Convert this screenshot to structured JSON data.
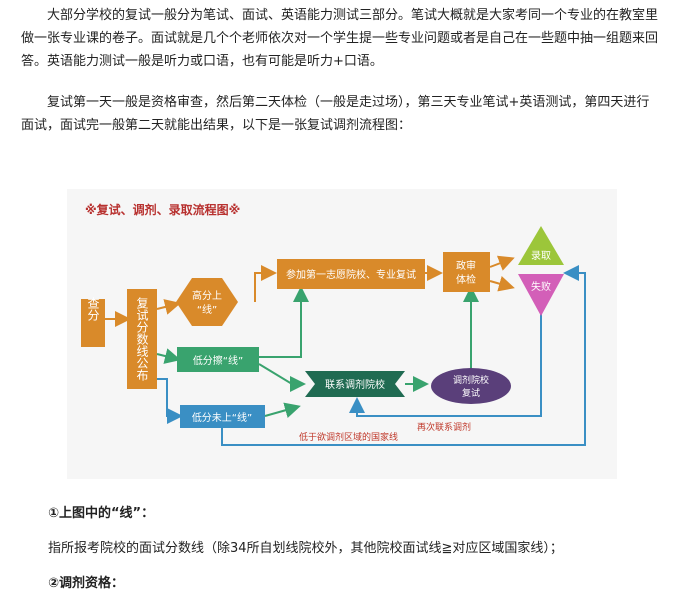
{
  "paragraphs": {
    "p1": "大部分学校的复试一般分为笔试、面试、英语能力测试三部分。笔试大概就是大家考同一个专业的在教室里做一张专业课的卷子。面试就是几个个老师依次对一个学生提一些专业问题或者是自己在一些题中抽一组题来回答。英语能力测试一般是听力或口语，也有可能是听力+口语。",
    "p2": "复试第一天一般是资格审查，然后第二天体检（一般是走过场），第三天专业笔试+英语测试，第四天进行面试，面试完一般第二天就能出结果，以下是一张复试调剂流程图："
  },
  "flowchart": {
    "title": "※复试、调剂、录取流程图※",
    "nodes": {
      "check_score": "查分",
      "retest_line": "复试分数线公布",
      "high_score": [
        "高分上",
        "“线”"
      ],
      "low_pass": "低分擦“线”",
      "low_fail": "低分未上“线”",
      "first_choice": "参加第一志愿院校、专业复试",
      "politics_exam": [
        "政审",
        "体检"
      ],
      "admitted": "录取",
      "failed": "失败",
      "transfer_school": "联系调剂院校",
      "transfer_retest": [
        "调剂院校",
        "复试"
      ]
    },
    "edge_labels": {
      "retransfer": "再次联系调剂",
      "below_national": "低于欲调剂区域的国家线"
    },
    "colors": {
      "title": "#b8312f",
      "orange": "#d98a2a",
      "green": "#39a36e",
      "blue": "#3a8fc4",
      "dark_green": "#206b52",
      "purple": "#5a3f7a",
      "yellow_green": "#9cc63a",
      "pink": "#d35fb8",
      "edge_label": "#c0392b"
    }
  },
  "sections": {
    "h1": "①上图中的“线”：",
    "p3": "指所报考院校的面试分数线（除34所自划线院校外，其他院校面试线≧对应区域国家线）；",
    "h2": "②调剂资格："
  }
}
